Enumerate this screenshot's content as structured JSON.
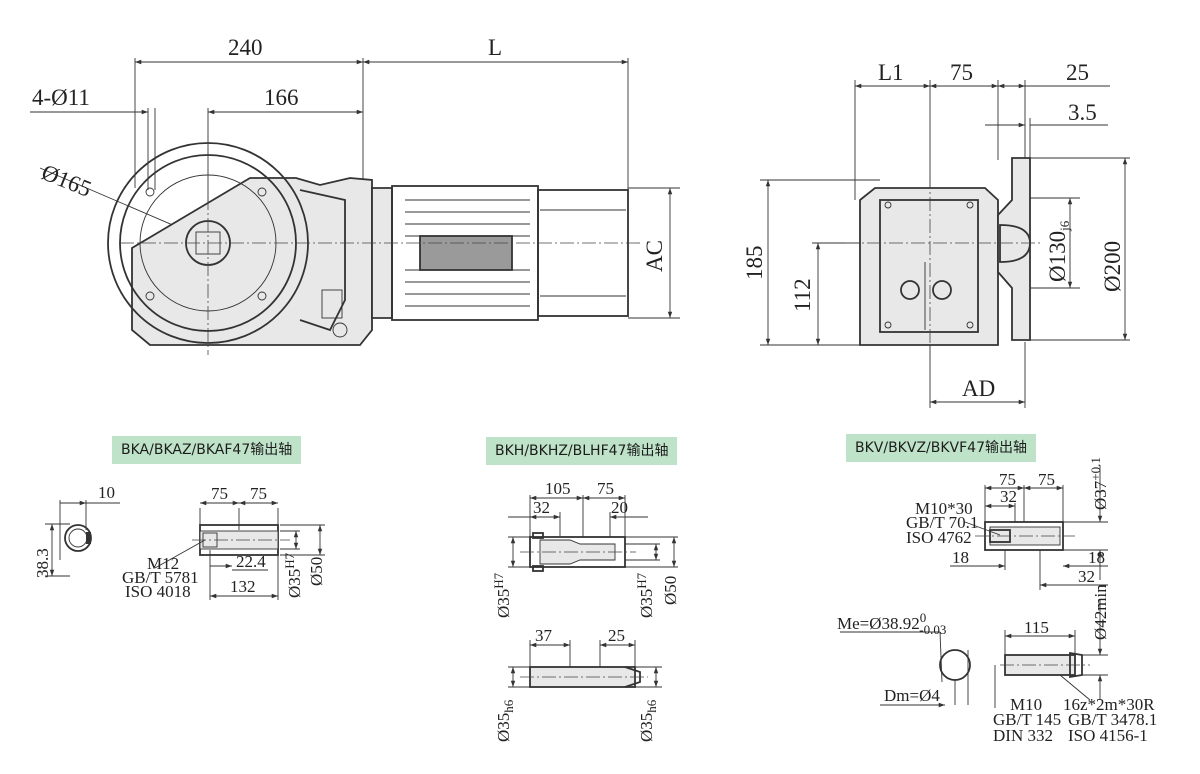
{
  "sections": {
    "bka": "BKA/BKAZ/BKAF47输出轴",
    "bkh": "BKH/BKHZ/BLHF47输出轴",
    "bkv": "BKV/BKVZ/BKVF47输出轴"
  },
  "front_view": {
    "d240": "240",
    "dL": "L",
    "d4_11": "4-Ø11",
    "d166": "166",
    "d165": "Ø165",
    "dAC": "AC"
  },
  "side_view": {
    "dL1": "L1",
    "d75": "75",
    "d25": "25",
    "d3_5": "3.5",
    "d185": "185",
    "d112": "112",
    "d130": "Ø130",
    "d130_tol": "j6",
    "d200": "Ø200",
    "dAD": "AD"
  },
  "bka_shaft": {
    "d10": "10",
    "d38_3": "38.3",
    "d75a": "75",
    "d75b": "75",
    "thread": "M12",
    "std1": "GB/T 5781",
    "std2": "ISO 4018",
    "d22_4": "22.4",
    "d132": "132",
    "d35": "Ø35",
    "d35_tol": "H7",
    "d50": "Ø50"
  },
  "bkh_shaft": {
    "d105": "105",
    "d75": "75",
    "d32": "32",
    "d20": "20",
    "d35a": "Ø35",
    "d35a_tol": "H7",
    "d35b": "Ø35",
    "d35b_tol": "H7",
    "d50": "Ø50",
    "d37": "37",
    "d25": "25",
    "d35c": "Ø35",
    "d35c_tol": "h6",
    "d35d": "Ø35",
    "d35d_tol": "h6"
  },
  "bkv_shaft": {
    "thread": "M10*30",
    "std1": "GB/T 70.1",
    "std2": "ISO 4762",
    "d75a": "75",
    "d75b": "75",
    "d32a": "32",
    "d37": "Ø37",
    "d37_tol": "+0.1",
    "d18a": "18",
    "d18b": "18",
    "d32b": "32",
    "me": "Me=Ø38.92",
    "me_tol_up": "0",
    "me_tol_dn": "-0.03",
    "d115": "115",
    "d42": "Ø42min",
    "dm": "Dm=Ø4",
    "m10": "M10",
    "gb145": "GB/T 145",
    "din332": "DIN 332",
    "spline": "16z*2m*30R",
    "gb3478": "GB/T 3478.1",
    "iso4156": "ISO 4156-1"
  }
}
